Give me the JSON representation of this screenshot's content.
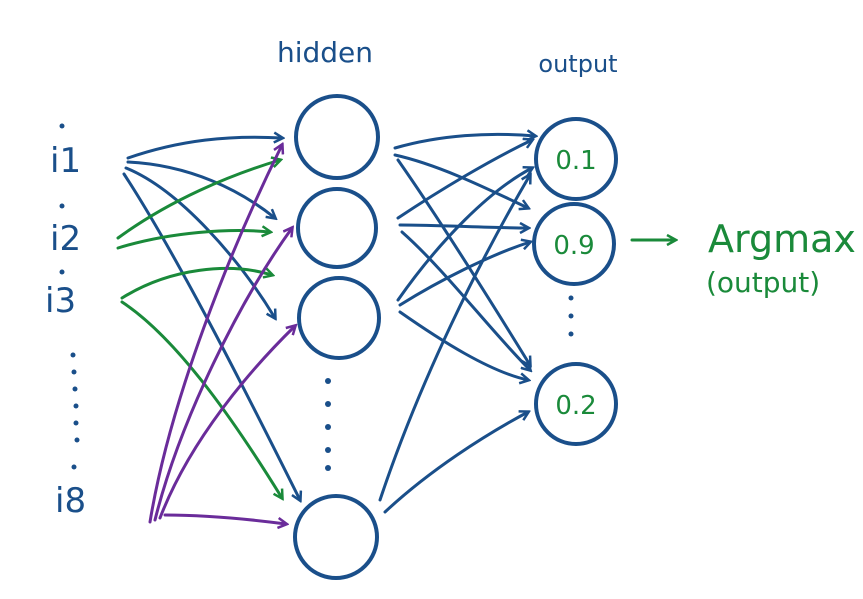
{
  "titles": {
    "hidden": "hidden",
    "output": "output"
  },
  "inputs": [
    "i1",
    "i2",
    "i3",
    "i8"
  ],
  "input_ellipsis": ":",
  "outputs": [
    "0.1",
    "0.9",
    "0.2"
  ],
  "hidden_ellipsis": ":",
  "output_ellipsis": ":",
  "argmax": {
    "arrow": "→",
    "label": "Argmax",
    "sub": "(output)"
  },
  "colors": {
    "blue": "#1a4f8a",
    "green": "#1a8a3a",
    "purple": "#6a2c9a"
  }
}
